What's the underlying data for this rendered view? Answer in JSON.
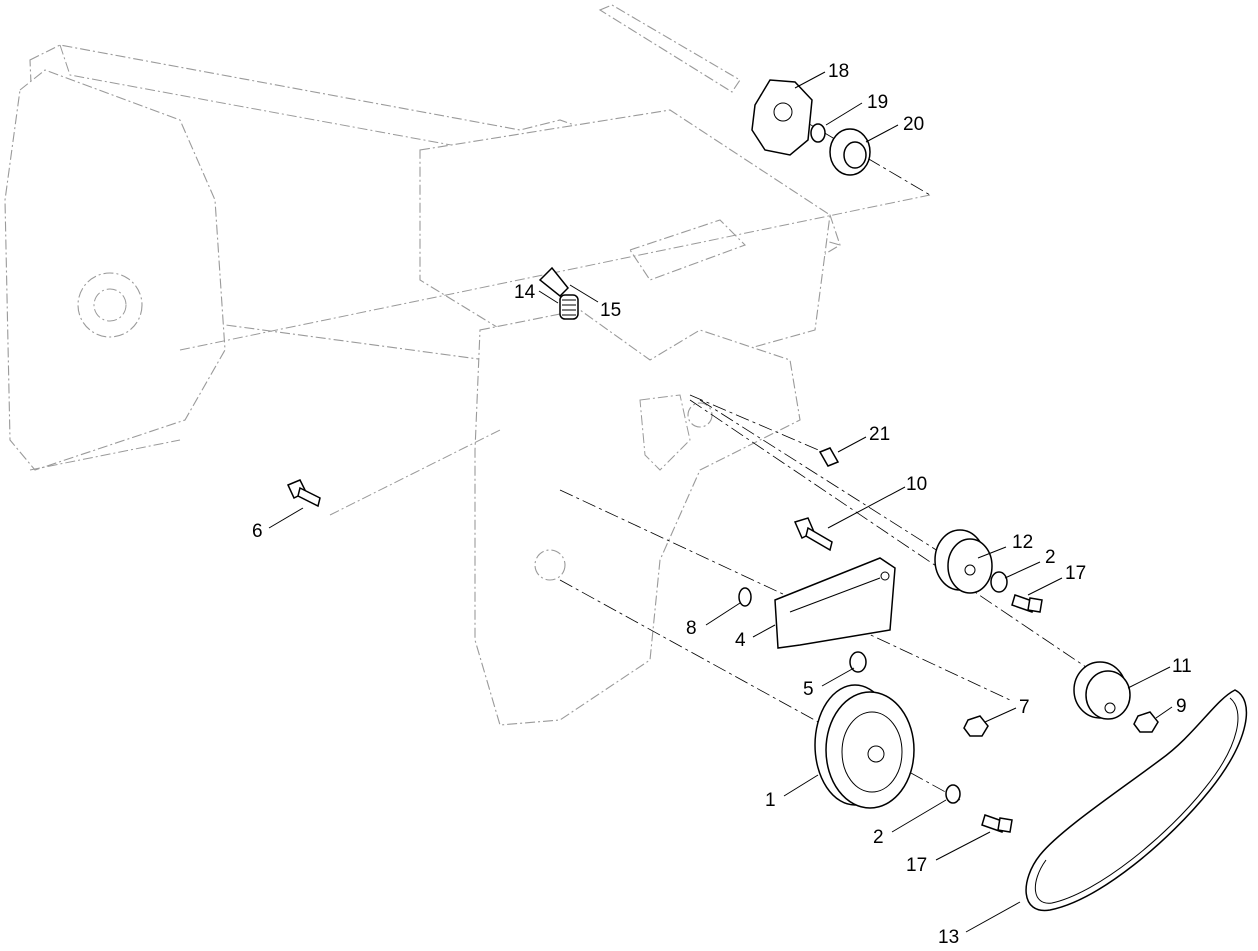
{
  "callouts": [
    {
      "id": "c1",
      "text": "1"
    },
    {
      "id": "c2a",
      "text": "2"
    },
    {
      "id": "c2b",
      "text": "2"
    },
    {
      "id": "c4",
      "text": "4"
    },
    {
      "id": "c5",
      "text": "5"
    },
    {
      "id": "c6",
      "text": "6"
    },
    {
      "id": "c7",
      "text": "7"
    },
    {
      "id": "c8",
      "text": "8"
    },
    {
      "id": "c9",
      "text": "9"
    },
    {
      "id": "c10",
      "text": "10"
    },
    {
      "id": "c11",
      "text": "11"
    },
    {
      "id": "c12",
      "text": "12"
    },
    {
      "id": "c13",
      "text": "13"
    },
    {
      "id": "c14",
      "text": "14"
    },
    {
      "id": "c15",
      "text": "15"
    },
    {
      "id": "c17a",
      "text": "17"
    },
    {
      "id": "c17b",
      "text": "17"
    },
    {
      "id": "c18",
      "text": "18"
    },
    {
      "id": "c19",
      "text": "19"
    },
    {
      "id": "c20",
      "text": "20"
    },
    {
      "id": "c21",
      "text": "21"
    }
  ]
}
